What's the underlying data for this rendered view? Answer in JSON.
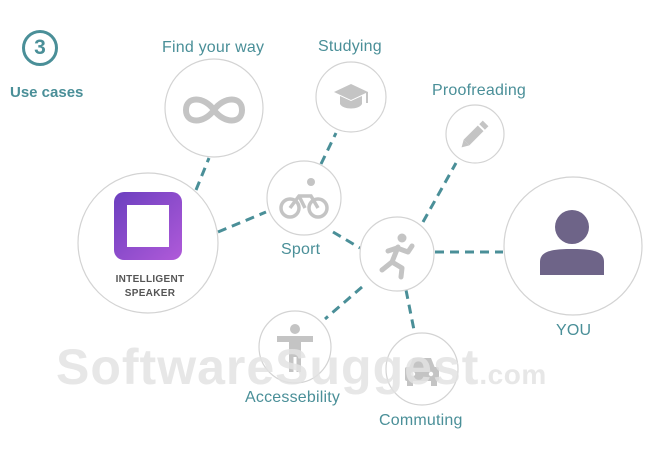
{
  "header": {
    "step_number": "3",
    "title": "Use cases"
  },
  "nodes": {
    "find_your_way": "Find your way",
    "studying": "Studying",
    "proofreading": "Proofreading",
    "sport": "Sport",
    "you": "YOU",
    "accessebility": "Accessebility",
    "commuting": "Commuting",
    "intelligent_speaker": [
      "INTELLIGENT",
      "SPEAKER"
    ]
  },
  "watermark": {
    "main": "SoftwareSuggest",
    "suffix": ".com"
  },
  "icons": {
    "find_your_way": "infinity-icon",
    "studying": "graduation-cap-icon",
    "proofreading": "pencil-icon",
    "sport": "bicycle-icon",
    "hub": "running-person-icon",
    "you": "person-icon",
    "accessebility": "accessibility-person-icon",
    "commuting": "car-icon",
    "speaker": "speaker-logo-icon"
  },
  "colors": {
    "accent": "#4a8f98",
    "connector": "#4a8f98",
    "icon_gray": "#c4c4c4",
    "avatar": "#6e6488",
    "logo_start": "#6b3fbf",
    "logo_end": "#b05ad9"
  }
}
